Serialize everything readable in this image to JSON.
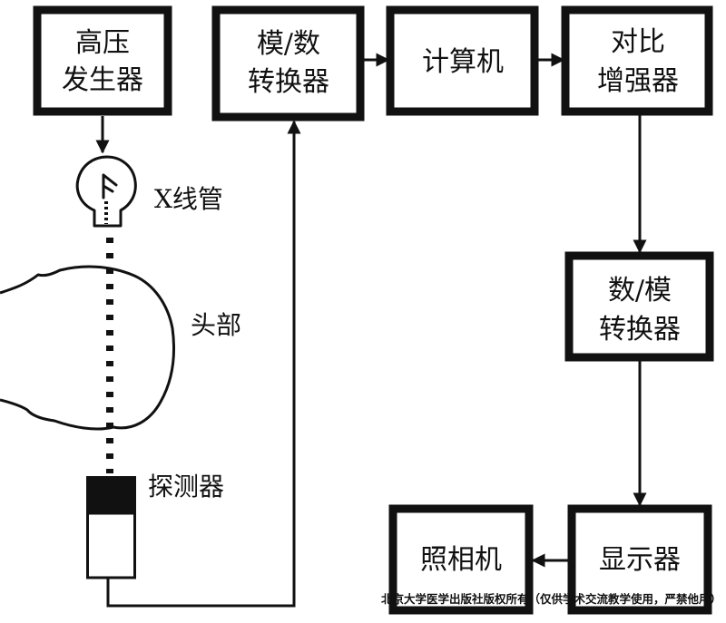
{
  "boxes": {
    "hv_generator": [
      "高压",
      "发生器"
    ],
    "ad_converter": [
      "模/数",
      "转换器"
    ],
    "computer": [
      "计算机"
    ],
    "contrast_enhancer": [
      "对比",
      "增强器"
    ],
    "da_converter": [
      "数/模",
      "转换器"
    ],
    "display": [
      "显示器"
    ],
    "camera": [
      "照相机"
    ]
  },
  "labels": {
    "xray_tube": "X线管",
    "head": "头部",
    "detector": "探测器"
  },
  "watermark": "北京大学医学出版社版权所有（仅供学术交流教学使用，严禁他用）",
  "colors": {
    "ink": "#111111",
    "background": "#ffffff"
  }
}
